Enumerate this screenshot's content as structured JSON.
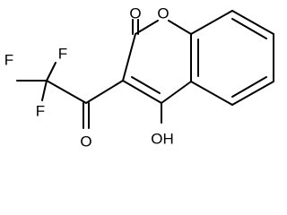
{
  "molecule": {
    "atoms": {
      "ring_o": "O",
      "carbonyl_o": "O",
      "ketone_o": "O",
      "hydroxyl": "OH",
      "f_left": "F",
      "f_top": "F",
      "f_bottom": "F"
    }
  }
}
